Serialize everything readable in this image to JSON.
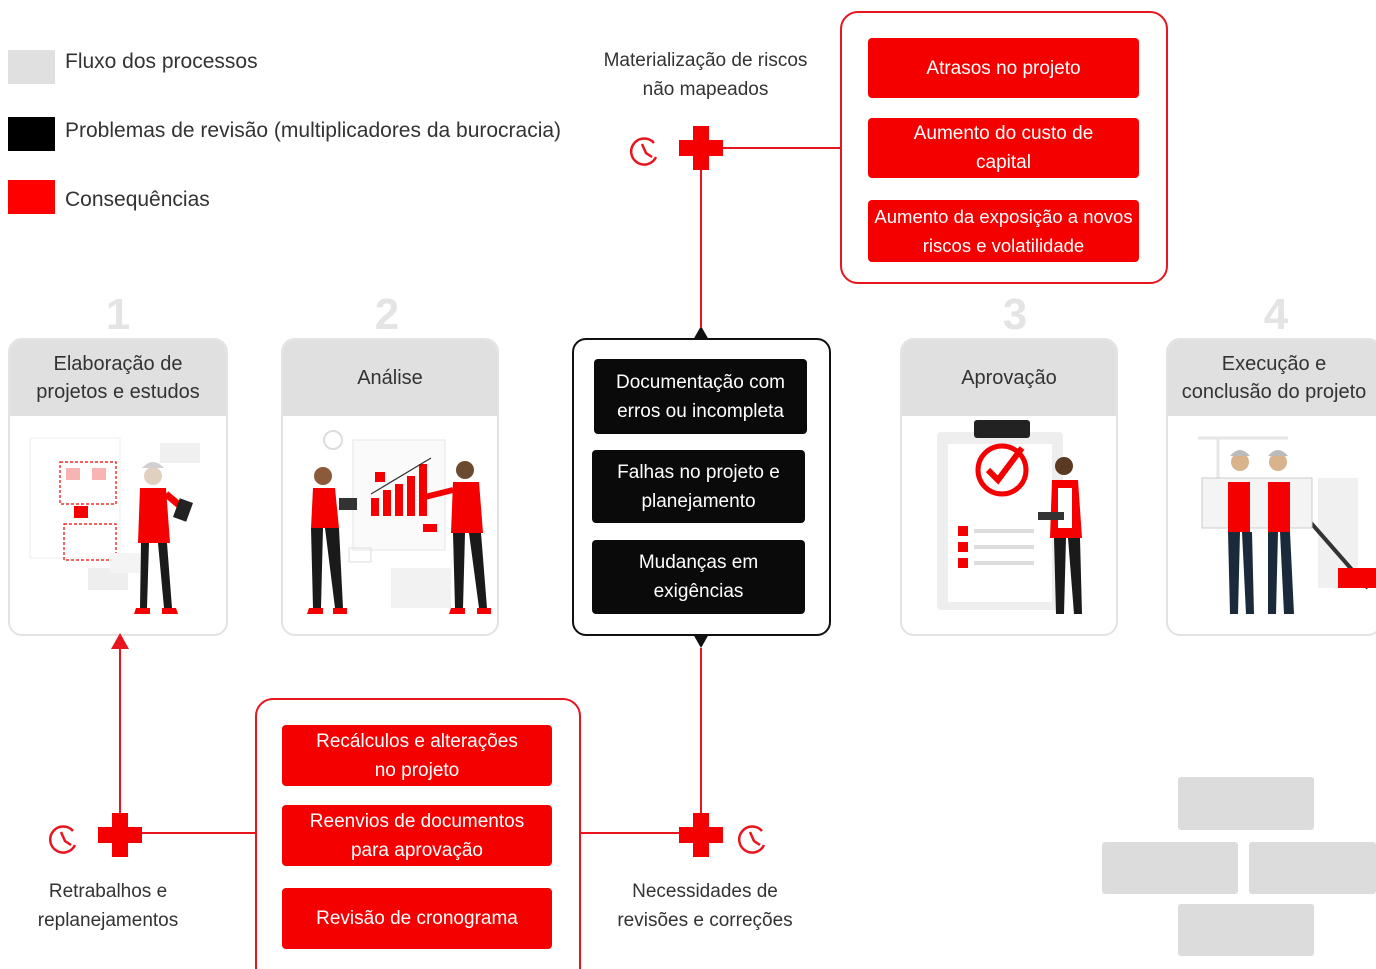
{
  "legend": [
    {
      "label": "Fluxo dos processos",
      "color": "#e0e0e0"
    },
    {
      "label": "Problemas de revisão (multiplicadores da burocracia)",
      "color": "#000000"
    },
    {
      "label": "Consequências",
      "color": "#ff0000"
    }
  ],
  "steps": [
    {
      "number": "1",
      "title": "Elaboração de projetos e estudos"
    },
    {
      "number": "2",
      "title": "Análise"
    },
    {
      "number": "3",
      "title": "Aprovação"
    },
    {
      "number": "4",
      "title": "Execução e conclusão do projeto"
    }
  ],
  "review_problems": [
    "Documentação com erros ou incompleta",
    "Falhas no projeto e planejamento",
    "Mudanças em exigências"
  ],
  "top_consequence": {
    "caption": "Materialização de riscos não mapeados",
    "items": [
      "Atrasos no projeto",
      "Aumento do custo de capital",
      "Aumento da exposição a novos riscos e volatilidade"
    ]
  },
  "bottom_consequence": {
    "items": [
      "Recálculos e alterações no projeto",
      "Reenvios de documentos para aprovação",
      "Revisão de cronograma"
    ]
  },
  "left_caption": "Retrabalhos e replanejamentos",
  "right_caption": "Necessidades de revisões e correções",
  "colors": {
    "red": "#f50000",
    "black": "#0a0a0a",
    "gray": "#e0e0e0"
  }
}
